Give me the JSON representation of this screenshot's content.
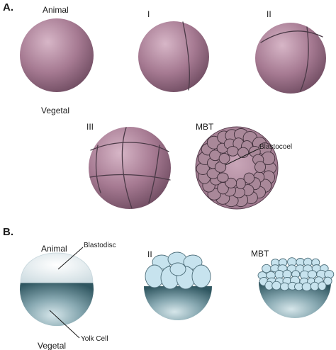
{
  "panel_a": {
    "label": "A.",
    "animal_label": "Animal",
    "vegetal_label": "Vegetal",
    "stages": [
      "I",
      "II",
      "III",
      "MBT"
    ],
    "blastocoel_label": "Blastocoel"
  },
  "panel_b": {
    "label": "B.",
    "animal_label": "Animal",
    "vegetal_label": "Vegetal",
    "blastodisc_label": "Blastodisc",
    "yolk_label": "Yolk Cell",
    "stages": [
      "II",
      "MBT"
    ]
  },
  "colors": {
    "embryo_mauve": "#a67a92",
    "cell_outline": "#3f2f3a",
    "yolk_teal": "#4f7580",
    "blastodisc_light": "#e9eff1",
    "cell_blue": "#c7e3ee"
  }
}
